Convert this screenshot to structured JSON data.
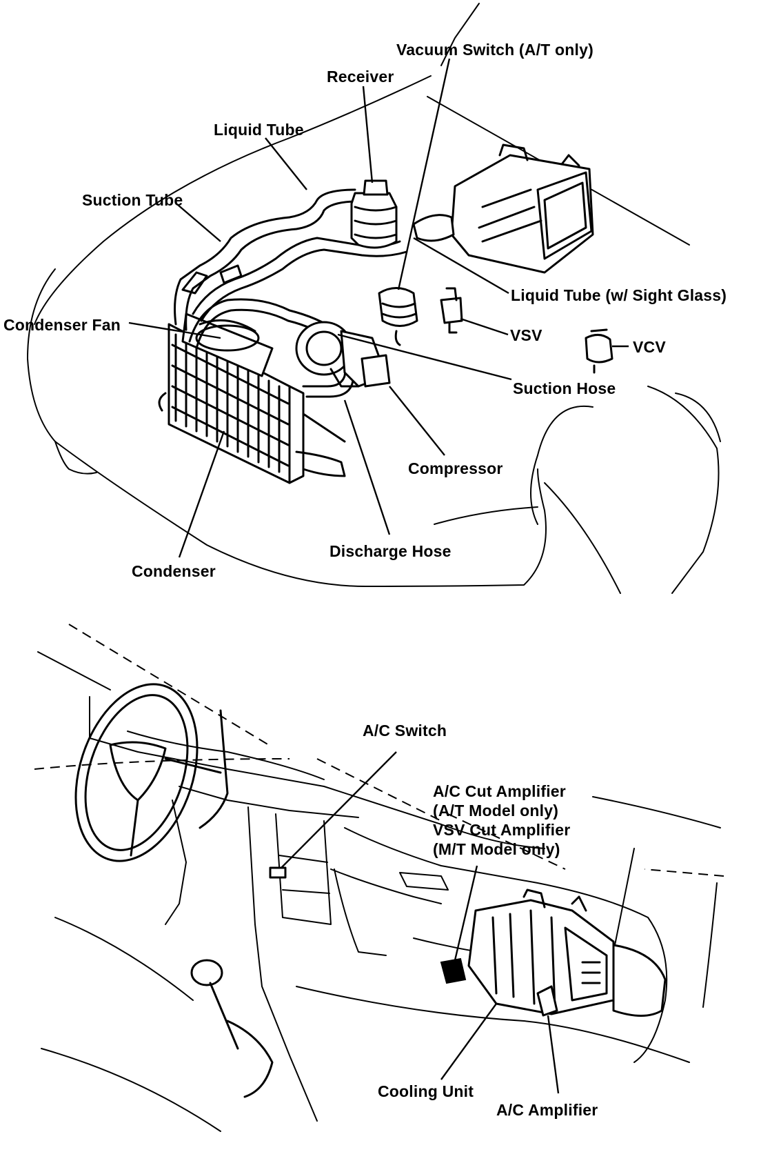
{
  "engine_bay": {
    "labels": {
      "vacuum_switch": "Vacuum Switch (A/T only)",
      "receiver": "Receiver",
      "liquid_tube": "Liquid Tube",
      "suction_tube": "Suction Tube",
      "condenser_fan": "Condenser Fan",
      "liquid_tube_sight_glass": "Liquid Tube (w/ Sight Glass)",
      "vsv": "VSV",
      "vcv": "VCV",
      "suction_hose": "Suction Hose",
      "compressor": "Compressor",
      "discharge_hose": "Discharge Hose",
      "condenser": "Condenser"
    }
  },
  "dashboard": {
    "labels": {
      "ac_switch": "A/C Switch",
      "ac_cut_amplifier": "A/C Cut Amplifier",
      "at_model_only": "(A/T Model only)",
      "vsv_cut_amplifier": "VSV Cut Amplifier",
      "mt_model_only": "(M/T Model only)",
      "cooling_unit": "Cooling Unit",
      "ac_amplifier": "A/C Amplifier"
    }
  }
}
